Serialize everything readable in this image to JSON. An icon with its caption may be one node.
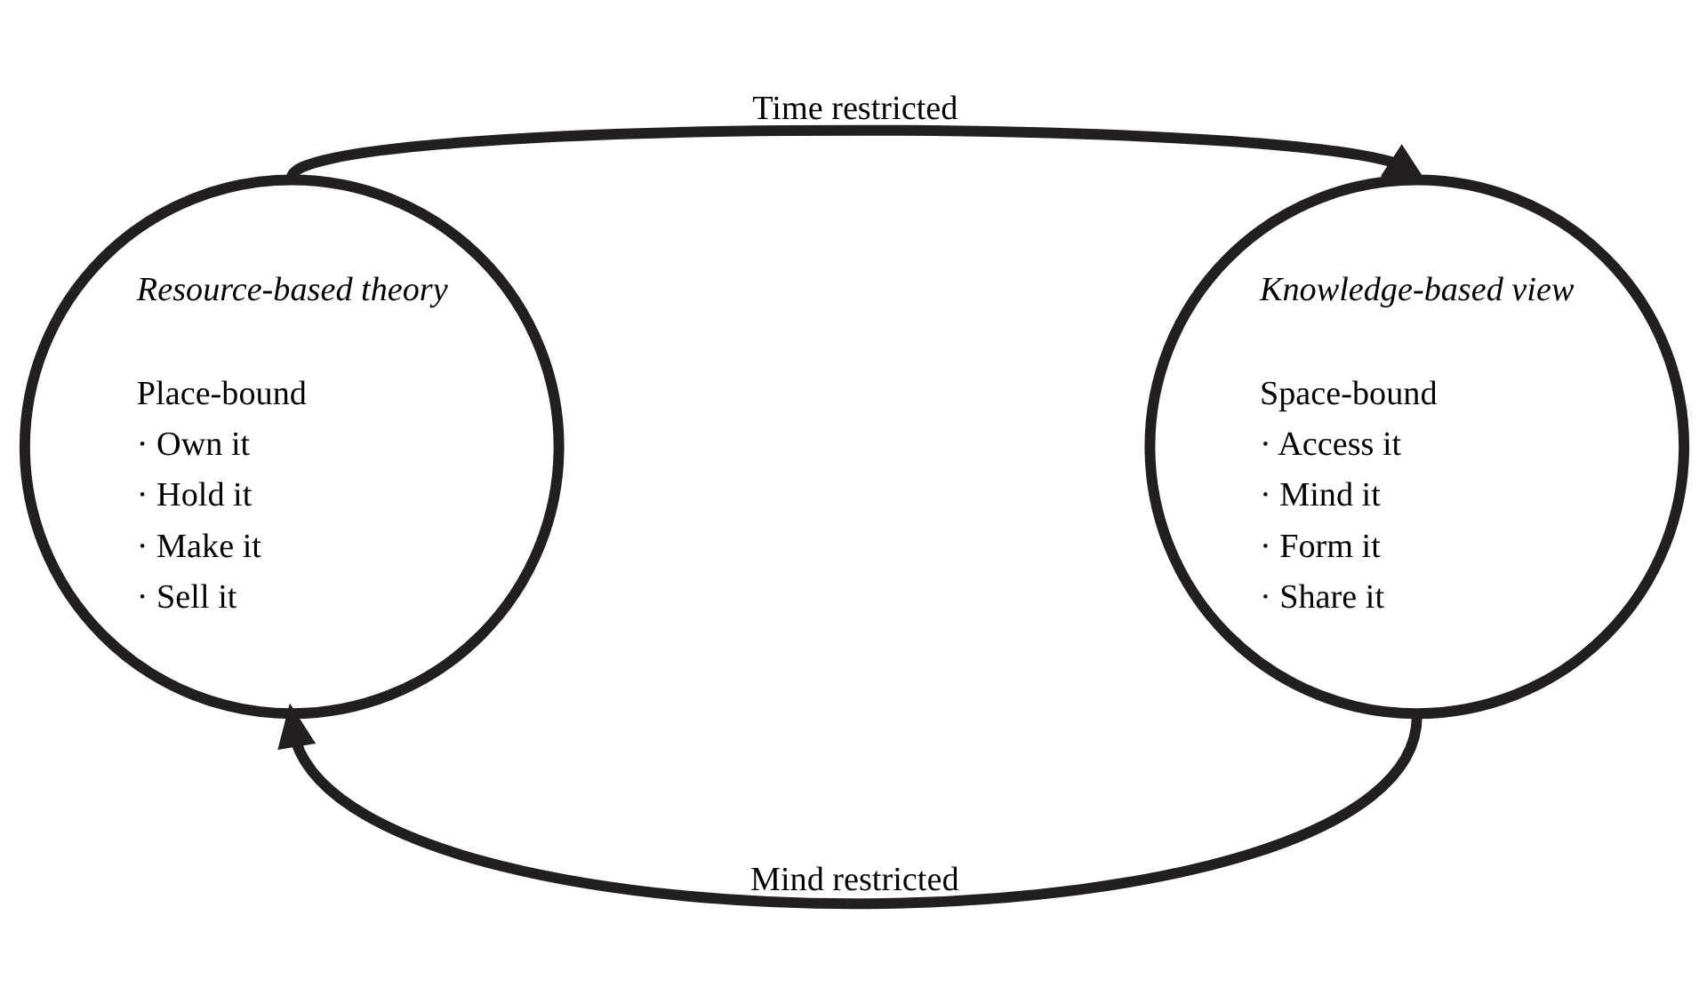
{
  "diagram": {
    "nodes": [
      {
        "text": [
          "Resource-based theory",
          "Place-bound",
          "· Own it",
          "· Hold it",
          "· Make it",
          "· Sell it"
        ]
      },
      {
        "text": [
          "Knowledge-based view",
          "Space-bound",
          "· Access it",
          "· Mind it",
          "· Form it",
          "· Share it"
        ]
      }
    ],
    "edges": [
      {
        "from": 0,
        "to": 1,
        "arrow": "to",
        "label": "Time restricted"
      },
      {
        "from": 1,
        "to": 0,
        "arrow": "to",
        "label": "Mind restricted"
      }
    ]
  }
}
